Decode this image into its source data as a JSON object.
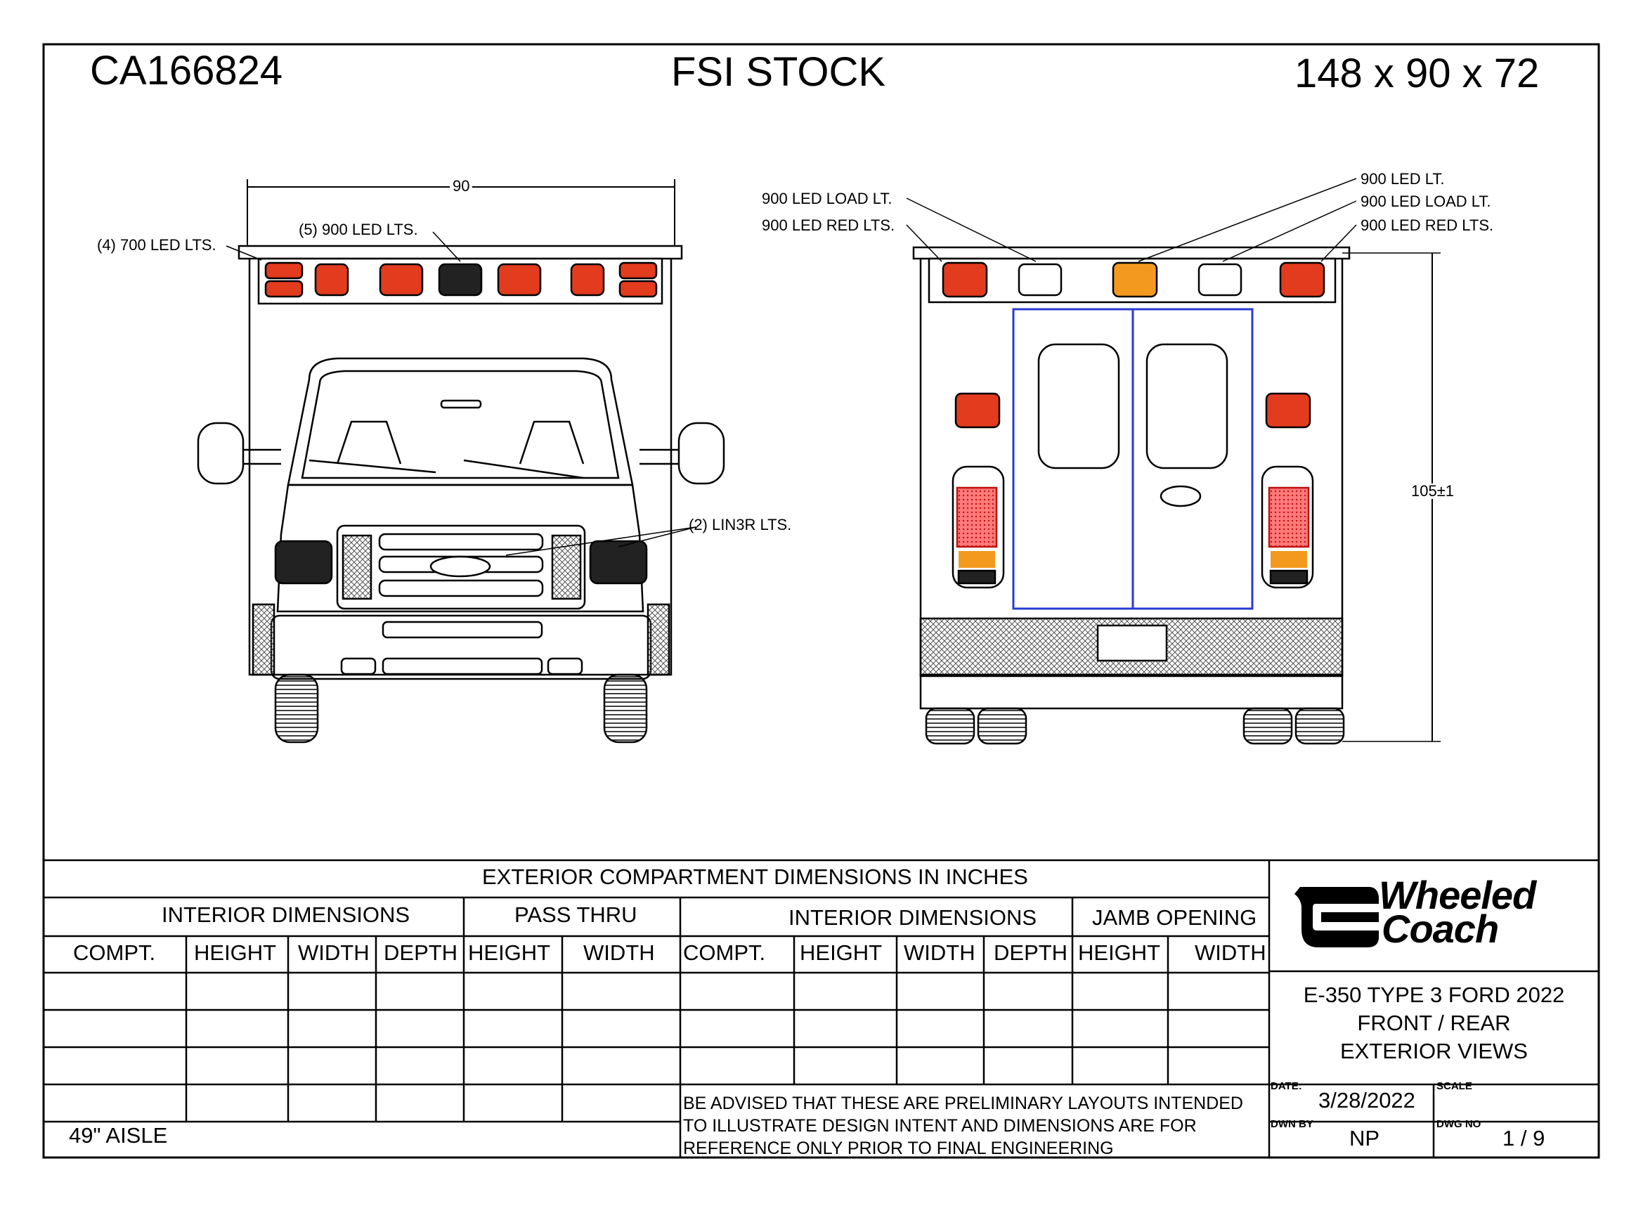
{
  "header": {
    "job_number": "CA166824",
    "stock": "FSI STOCK",
    "box_size": "148 x 90 x 72"
  },
  "front_view": {
    "width_dim": "90",
    "callouts": {
      "led_700": "(4) 700 LED LTS.",
      "led_900": "(5) 900 LED LTS.",
      "lin3r": "(2) LIN3R LTS."
    }
  },
  "rear_view": {
    "height_dim": "105±1",
    "callouts": {
      "load_left": "900 LED LOAD LT.",
      "red_left": "900 LED RED LTS.",
      "led_right": "900 LED LT.",
      "load_right": "900 LED LOAD LT.",
      "red_right": "900 LED RED LTS."
    }
  },
  "colors": {
    "red_light": "#e23b1e",
    "amber_light": "#f39a1e",
    "door_outline": "#2a3bd1"
  },
  "table": {
    "title": "EXTERIOR COMPARTMENT DIMENSIONS IN INCHES",
    "group_interior_left": "INTERIOR DIMENSIONS",
    "group_pass_thru": "PASS THRU",
    "group_interior_right": "INTERIOR DIMENSIONS",
    "group_jamb": "JAMB OPENING",
    "col_compt_l": "COMPT.",
    "col_height_l": "HEIGHT",
    "col_width_l": "WIDTH",
    "col_depth_l": "DEPTH",
    "col_pass_height": "HEIGHT",
    "col_pass_width": "WIDTH",
    "col_compt_r": "COMPT.",
    "col_height_r": "HEIGHT",
    "col_width_r": "WIDTH",
    "col_depth_r": "DEPTH",
    "col_jamb_height": "HEIGHT",
    "col_jamb_width": "WIDTH",
    "aisle": "49\" AISLE",
    "note_line1": "BE ADVISED THAT THESE ARE PRELIMINARY LAYOUTS INTENDED",
    "note_line2": "TO ILLUSTRATE DESIGN INTENT AND DIMENSIONS  ARE FOR",
    "note_line3": "REFERENCE ONLY PRIOR TO FINAL ENGINEERING"
  },
  "title_block": {
    "logo_line1": "Wheeled",
    "logo_line2": "Coach",
    "title_line1": "E-350 TYPE 3 FORD 2022",
    "title_line2": "FRONT / REAR",
    "title_line3": "EXTERIOR VIEWS",
    "date_label": "DATE:",
    "date_value": "3/28/2022",
    "scale_label": "SCALE",
    "dwn_label": "DWN BY",
    "dwn_value": "NP",
    "dwg_label": "DWG NO",
    "dwg_value": "1 / 9"
  }
}
